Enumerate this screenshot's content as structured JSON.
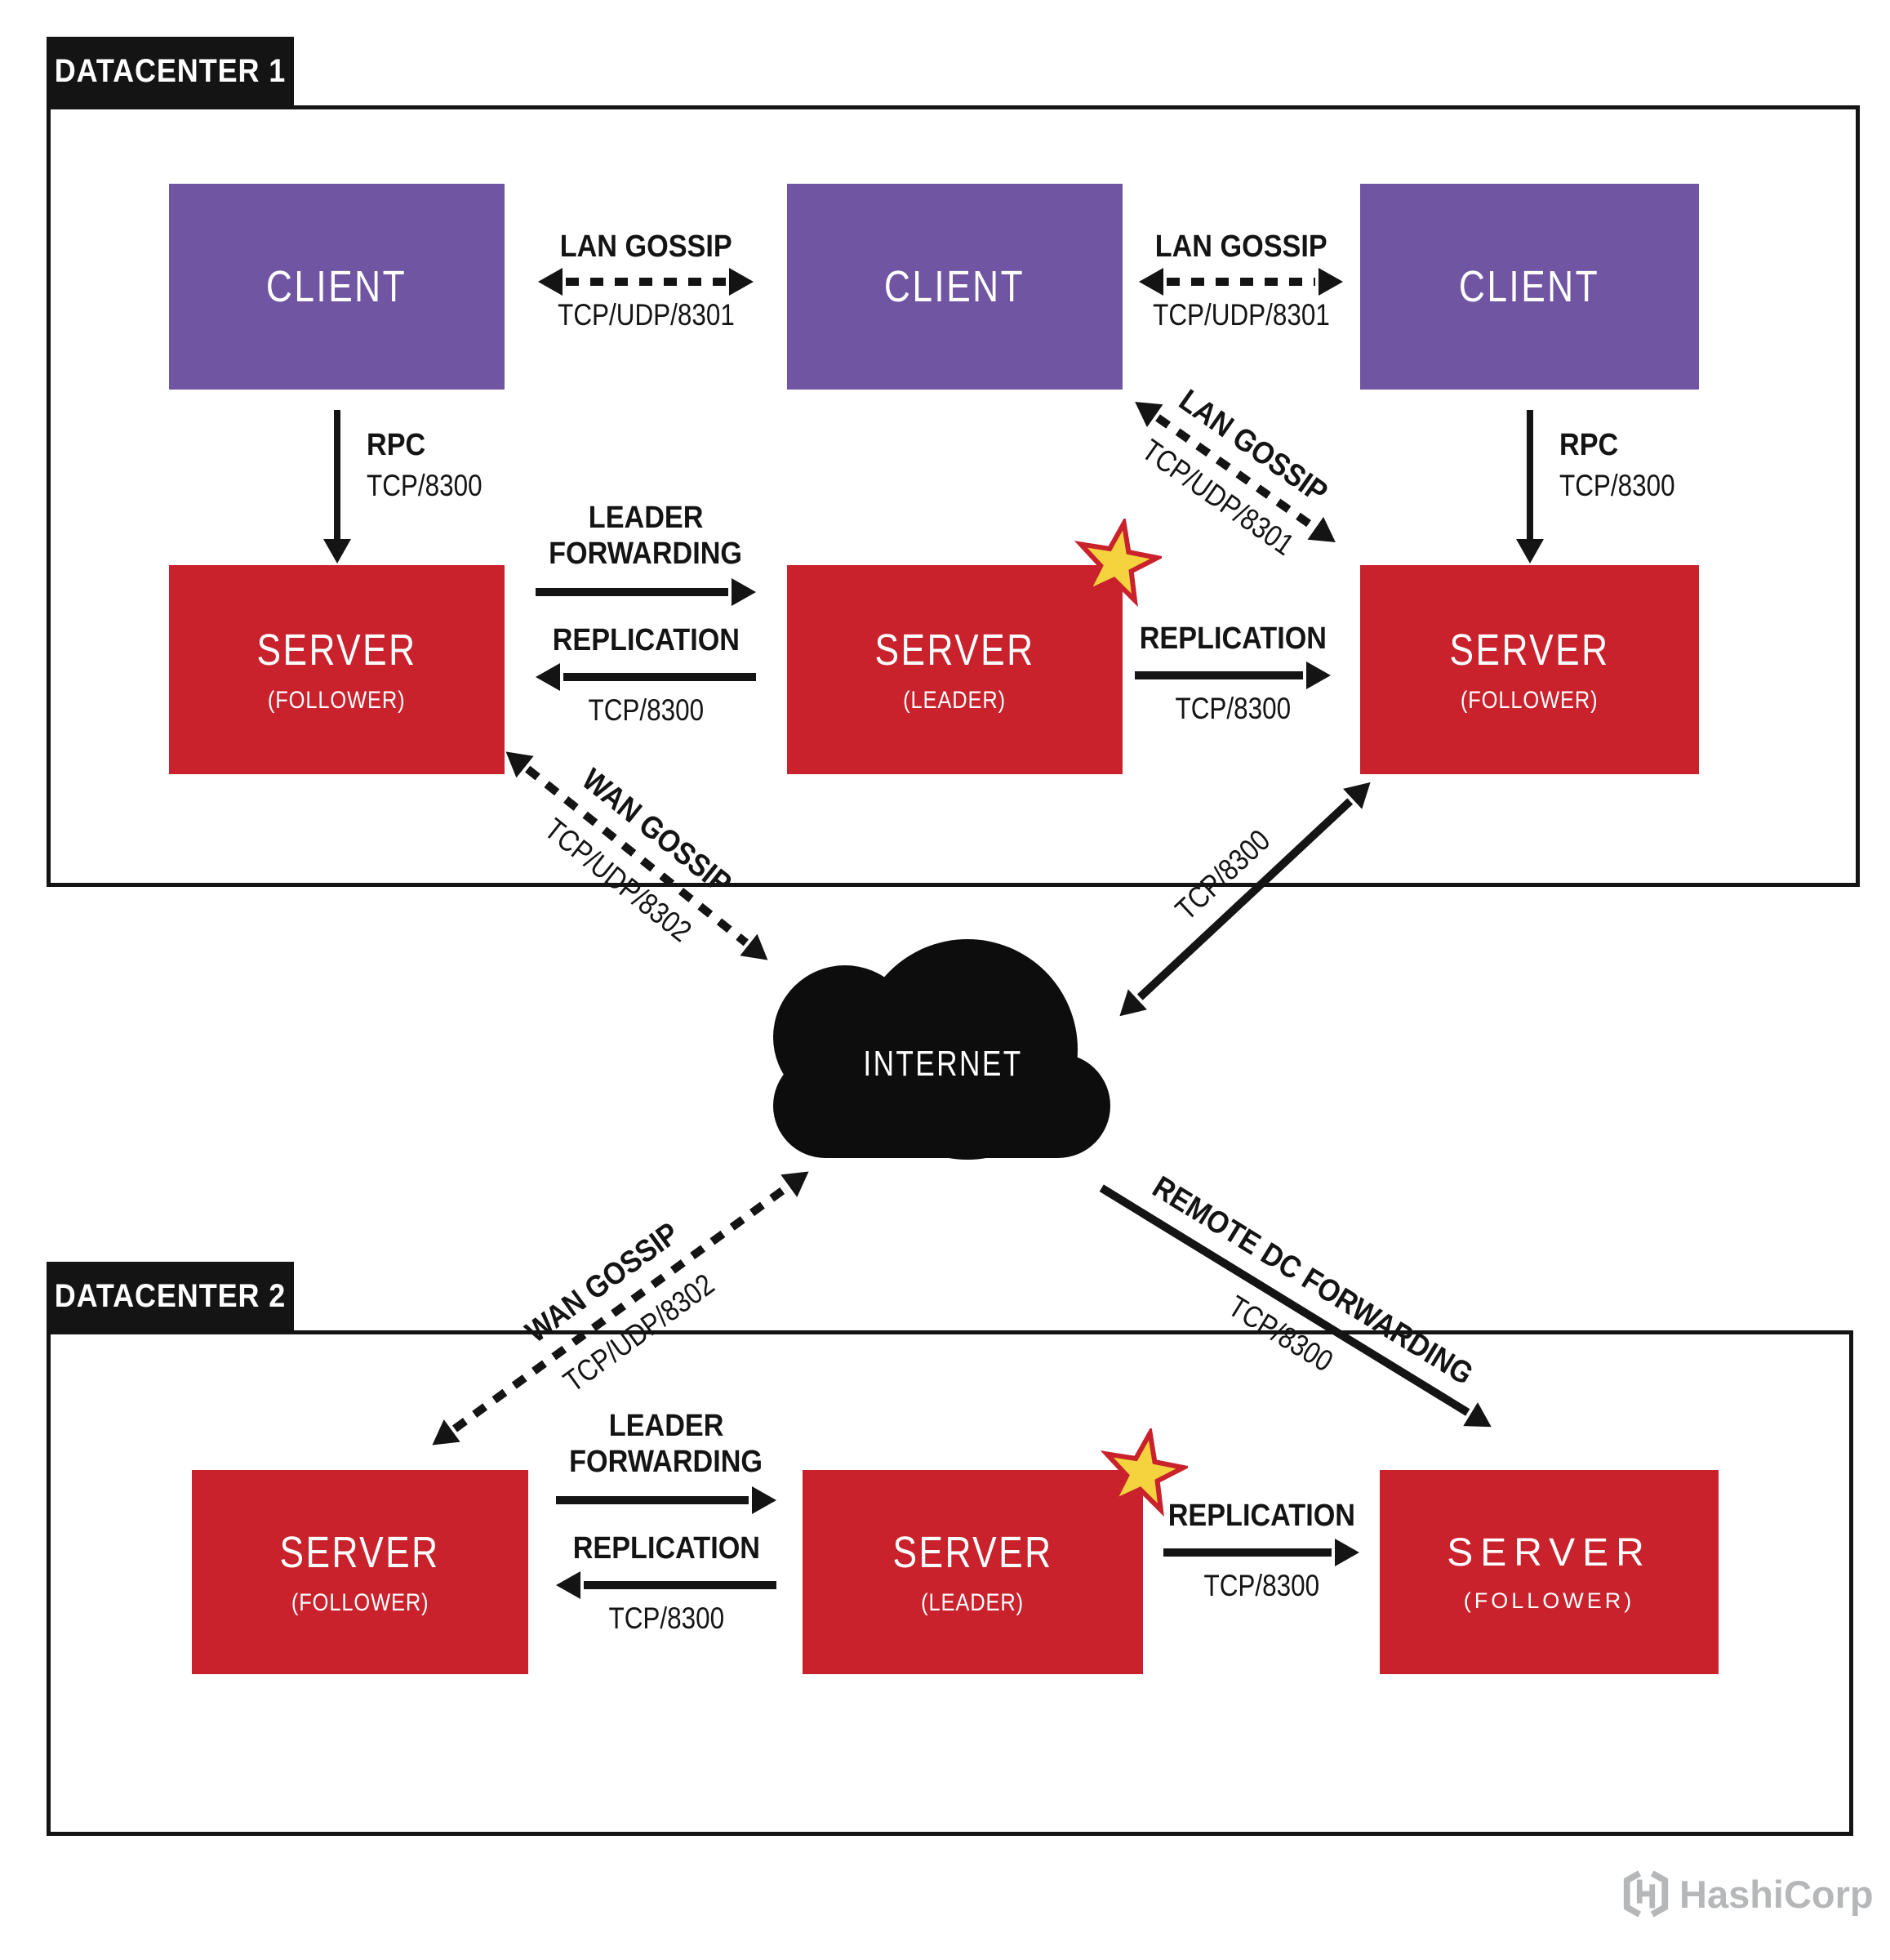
{
  "colors": {
    "client_purple": "#6f55a2",
    "server_red": "#c9222c",
    "ink_black": "#141414",
    "star_yellow": "#f5d33e",
    "logo_gray": "#b5b7b9"
  },
  "datacenter1": {
    "label": "DATACENTER 1",
    "clients": [
      {
        "title": "CLIENT"
      },
      {
        "title": "CLIENT"
      },
      {
        "title": "CLIENT"
      }
    ],
    "servers": [
      {
        "title": "SERVER",
        "role": "(FOLLOWER)"
      },
      {
        "title": "SERVER",
        "role": "(LEADER)"
      },
      {
        "title": "SERVER",
        "role": "(FOLLOWER)"
      }
    ],
    "lan_gossip_left": {
      "label": "LAN GOSSIP",
      "port": "TCP/UDP/8301"
    },
    "lan_gossip_right": {
      "label": "LAN GOSSIP",
      "port": "TCP/UDP/8301"
    },
    "lan_gossip_diagonal": {
      "label": "LAN GOSSIP",
      "port": "TCP/UDP/8301"
    },
    "rpc_left": {
      "label": "RPC",
      "port": "TCP/8300"
    },
    "rpc_right": {
      "label": "RPC",
      "port": "TCP/8300"
    },
    "leader_forwarding": {
      "line1": "LEADER",
      "line2": "FORWARDING"
    },
    "replication_left": {
      "label": "REPLICATION",
      "port": "TCP/8300"
    },
    "replication_right": {
      "label": "REPLICATION",
      "port": "TCP/8300"
    }
  },
  "internet": {
    "label": "INTERNET"
  },
  "links": {
    "wan_gossip_dc1": {
      "label": "WAN GOSSIP",
      "port": "TCP/UDP/8302"
    },
    "tcp_link_dc1": {
      "port": "TCP/8300"
    },
    "wan_gossip_dc2": {
      "label": "WAN GOSSIP",
      "port": "TCP/UDP/8302"
    },
    "remote_dc_forwarding": {
      "label": "REMOTE DC FORWARDING",
      "port": "TCP/8300"
    }
  },
  "datacenter2": {
    "label": "DATACENTER 2",
    "servers": [
      {
        "title": "SERVER",
        "role": "(FOLLOWER)"
      },
      {
        "title": "SERVER",
        "role": "(LEADER)"
      },
      {
        "title": "SERVER",
        "role": "(FOLLOWER)"
      }
    ],
    "leader_forwarding": {
      "line1": "LEADER",
      "line2": "FORWARDING"
    },
    "replication_left": {
      "label": "REPLICATION",
      "port": "TCP/8300"
    },
    "replication_right": {
      "label": "REPLICATION",
      "port": "TCP/8300"
    }
  },
  "footer": {
    "brand": "HashiCorp"
  }
}
